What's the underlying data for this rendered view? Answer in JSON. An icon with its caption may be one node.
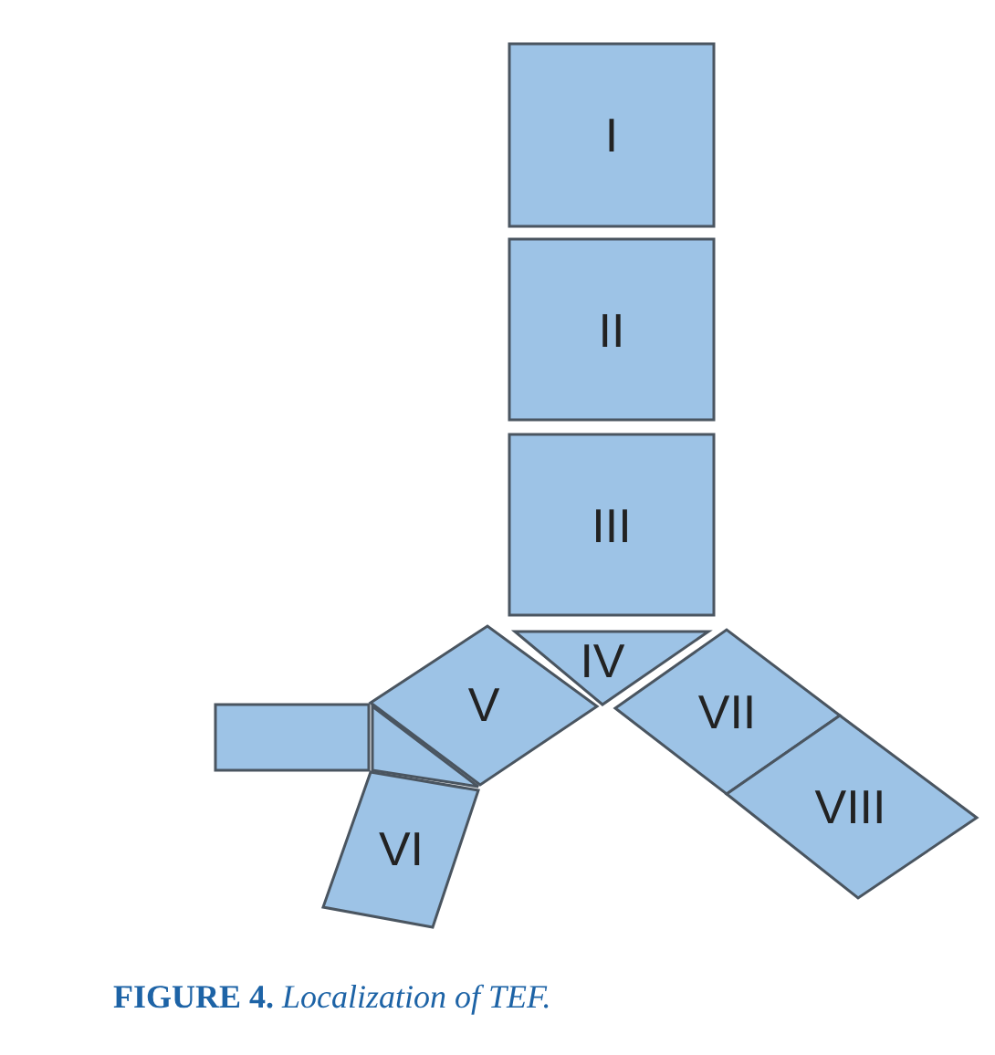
{
  "diagram": {
    "caption": "**FIGURE 4.** *Localization of TEF.*",
    "nodes": [
      {
        "text": [
          "I"
        ]
      },
      {
        "text": [
          "II"
        ]
      },
      {
        "text": [
          "III"
        ]
      },
      {
        "text": [
          "IV"
        ]
      },
      {
        "text": [
          "V"
        ]
      },
      {
        "text": [
          "VII"
        ]
      },
      {
        "text": [],
        "shape": "box"
      },
      {
        "text": [],
        "shape": "triangle"
      },
      {
        "text": [
          "VIII"
        ]
      },
      {
        "text": [
          "VI"
        ]
      }
    ]
  }
}
